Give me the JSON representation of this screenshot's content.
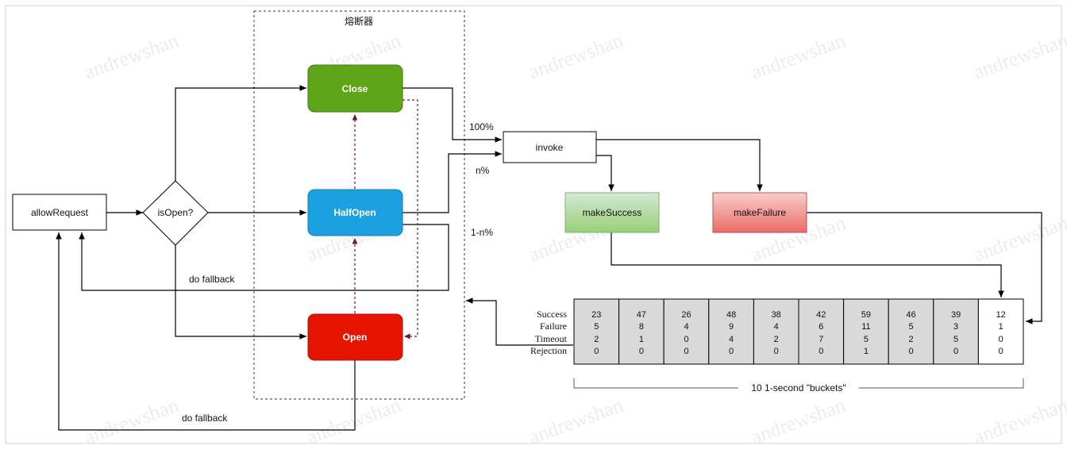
{
  "container": {
    "title": "熔断器"
  },
  "nodes": {
    "allow_request": "allowRequest",
    "is_open": "isOpen?",
    "close": "Close",
    "half_open": "HalfOpen",
    "open": "Open",
    "invoke": "invoke",
    "make_success": "makeSuccess",
    "make_failure": "makeFailure"
  },
  "edge_labels": {
    "hundred": "100%",
    "n": "n%",
    "one_minus_n": "1-n%",
    "fallback_upper": "do fallback",
    "fallback_lower": "do fallback"
  },
  "buckets": {
    "row_labels": [
      "Success",
      "Failure",
      "Timeout",
      "Rejection"
    ],
    "columns": [
      [
        "23",
        "5",
        "2",
        "0"
      ],
      [
        "47",
        "8",
        "1",
        "0"
      ],
      [
        "26",
        "4",
        "0",
        "0"
      ],
      [
        "48",
        "9",
        "4",
        "0"
      ],
      [
        "38",
        "4",
        "2",
        "0"
      ],
      [
        "42",
        "6",
        "7",
        "0"
      ],
      [
        "59",
        "11",
        "5",
        "1"
      ],
      [
        "46",
        "5",
        "2",
        "0"
      ],
      [
        "39",
        "3",
        "5",
        "0"
      ],
      [
        "12",
        "1",
        "0",
        "0"
      ]
    ],
    "caption": "10 1-second \"buckets\""
  },
  "watermark": "andrewshan",
  "colors": {
    "close": "#5ea519",
    "half_open": "#1ba1e2",
    "open": "#e51400",
    "success_top": "#d5e8d4",
    "success_bottom": "#97d077",
    "failure_top": "#f8cecc",
    "failure_bottom": "#ea6b66",
    "bucket_fill": "#d9d9d9",
    "dashed_arrow": "#6b1533"
  }
}
